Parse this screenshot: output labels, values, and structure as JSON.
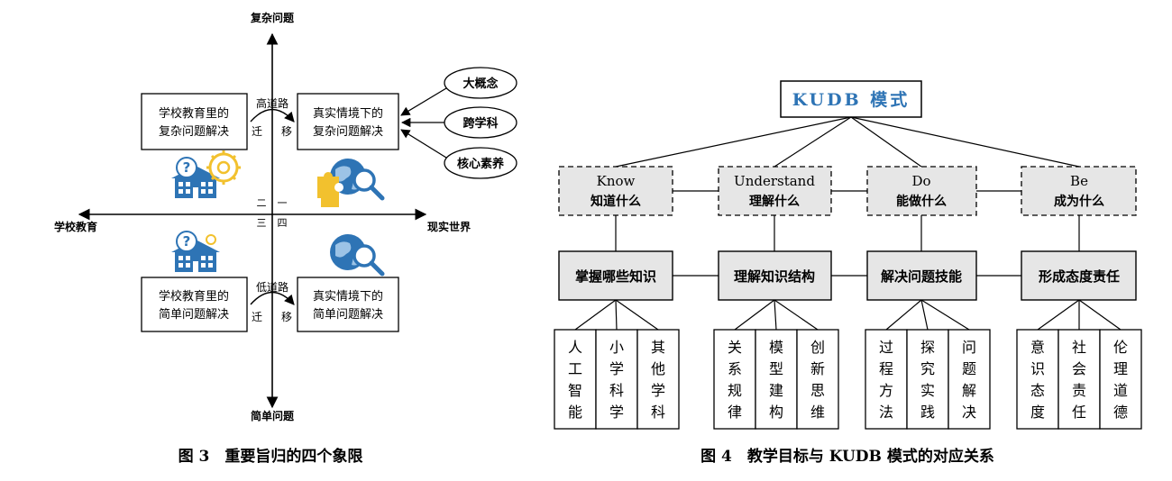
{
  "figure3": {
    "axis_top": "复杂问题",
    "axis_bottom": "简单问题",
    "axis_left": "学校教育",
    "axis_right": "现实世界",
    "quadrants": [
      "一",
      "二",
      "三",
      "四"
    ],
    "box_tl": [
      "学校教育里的",
      "复杂问题解决"
    ],
    "box_tr": [
      "真实情境下的",
      "复杂问题解决"
    ],
    "box_bl": [
      "学校教育里的",
      "简单问题解决"
    ],
    "box_br": [
      "真实情境下的",
      "简单问题解决"
    ],
    "high_road": "高道路",
    "low_road": "低道路",
    "transfer_left": "迁",
    "transfer_right": "移",
    "ellipses": [
      "大概念",
      "跨学科",
      "核心素养"
    ],
    "caption": "图 3　重要旨归的四个象限",
    "colors": {
      "icon_blue": "#2e74b5",
      "icon_yellow": "#f2c12e"
    },
    "icons": [
      "school-question-icon",
      "brain-gear-icon",
      "globe-magnifier-icon",
      "puzzle-icon"
    ]
  },
  "figure4": {
    "root": "KUDB 模式",
    "level1": [
      {
        "en": "Know",
        "zh": "知道什么"
      },
      {
        "en": "Understand",
        "zh": "理解什么"
      },
      {
        "en": "Do",
        "zh": "能做什么"
      },
      {
        "en": "Be",
        "zh": "成为什么"
      }
    ],
    "level2": [
      "掌握哪些知识",
      "理解知识结构",
      "解决问题技能",
      "形成态度责任"
    ],
    "leaves": [
      [
        "人工智能",
        "小学科学",
        "其他学科"
      ],
      [
        "关系规律",
        "模型建构",
        "创新思维"
      ],
      [
        "过程方法",
        "探究实践",
        "问题解决"
      ],
      [
        "意识态度",
        "社会责任",
        "伦理道德"
      ]
    ],
    "caption": "图 4　教学目标与 KUDB 模式的对应关系",
    "colors": {
      "root_text": "#2e74b5",
      "box_fill": "#e6e6e6"
    }
  }
}
